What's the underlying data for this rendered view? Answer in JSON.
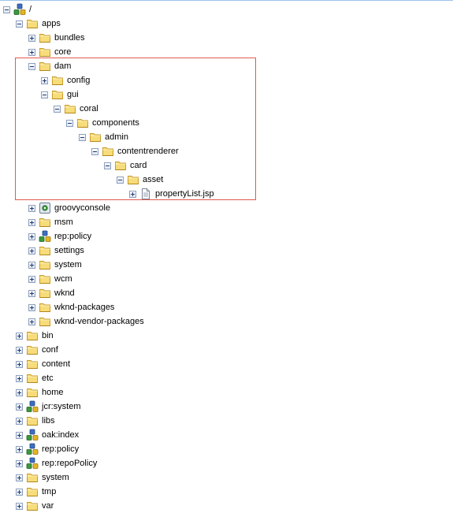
{
  "tree": {
    "nodes": [
      {
        "id": "root",
        "label": "/",
        "depth": 0,
        "expanded": true,
        "icon": "repository-icon"
      },
      {
        "id": "apps",
        "label": "apps",
        "depth": 1,
        "expanded": true,
        "icon": "folder-icon"
      },
      {
        "id": "bundles",
        "label": "bundles",
        "depth": 2,
        "expanded": false,
        "icon": "folder-icon"
      },
      {
        "id": "core",
        "label": "core",
        "depth": 2,
        "expanded": false,
        "icon": "folder-icon"
      },
      {
        "id": "dam",
        "label": "dam",
        "depth": 2,
        "expanded": true,
        "icon": "folder-icon"
      },
      {
        "id": "config",
        "label": "config",
        "depth": 3,
        "expanded": false,
        "icon": "folder-icon"
      },
      {
        "id": "gui",
        "label": "gui",
        "depth": 3,
        "expanded": true,
        "icon": "folder-icon"
      },
      {
        "id": "coral",
        "label": "coral",
        "depth": 4,
        "expanded": true,
        "icon": "folder-icon"
      },
      {
        "id": "components",
        "label": "components",
        "depth": 5,
        "expanded": true,
        "icon": "folder-icon"
      },
      {
        "id": "admin",
        "label": "admin",
        "depth": 6,
        "expanded": true,
        "icon": "folder-icon"
      },
      {
        "id": "contentrenderer",
        "label": "contentrenderer",
        "depth": 7,
        "expanded": true,
        "icon": "folder-icon"
      },
      {
        "id": "card",
        "label": "card",
        "depth": 8,
        "expanded": true,
        "icon": "folder-icon"
      },
      {
        "id": "asset",
        "label": "asset",
        "depth": 9,
        "expanded": true,
        "icon": "folder-icon"
      },
      {
        "id": "propertylist",
        "label": "propertyList.jsp",
        "depth": 10,
        "expanded": false,
        "icon": "file-icon"
      },
      {
        "id": "groovyconsole",
        "label": "groovyconsole",
        "depth": 2,
        "expanded": false,
        "icon": "component-icon"
      },
      {
        "id": "msm",
        "label": "msm",
        "depth": 2,
        "expanded": false,
        "icon": "folder-icon"
      },
      {
        "id": "rep-policy-apps",
        "label": "rep:policy",
        "depth": 2,
        "expanded": false,
        "icon": "repository-icon"
      },
      {
        "id": "settings",
        "label": "settings",
        "depth": 2,
        "expanded": false,
        "icon": "folder-icon"
      },
      {
        "id": "system-apps",
        "label": "system",
        "depth": 2,
        "expanded": false,
        "icon": "folder-icon"
      },
      {
        "id": "wcm",
        "label": "wcm",
        "depth": 2,
        "expanded": false,
        "icon": "folder-icon"
      },
      {
        "id": "wknd",
        "label": "wknd",
        "depth": 2,
        "expanded": false,
        "icon": "folder-icon"
      },
      {
        "id": "wknd-packages",
        "label": "wknd-packages",
        "depth": 2,
        "expanded": false,
        "icon": "folder-icon"
      },
      {
        "id": "wknd-vendor-packages",
        "label": "wknd-vendor-packages",
        "depth": 2,
        "expanded": false,
        "icon": "folder-icon"
      },
      {
        "id": "bin",
        "label": "bin",
        "depth": 1,
        "expanded": false,
        "icon": "folder-icon"
      },
      {
        "id": "conf",
        "label": "conf",
        "depth": 1,
        "expanded": false,
        "icon": "folder-icon"
      },
      {
        "id": "content",
        "label": "content",
        "depth": 1,
        "expanded": false,
        "icon": "folder-icon"
      },
      {
        "id": "etc",
        "label": "etc",
        "depth": 1,
        "expanded": false,
        "icon": "folder-icon"
      },
      {
        "id": "home",
        "label": "home",
        "depth": 1,
        "expanded": false,
        "icon": "folder-icon"
      },
      {
        "id": "jcr-system",
        "label": "jcr:system",
        "depth": 1,
        "expanded": false,
        "icon": "repository-icon"
      },
      {
        "id": "libs",
        "label": "libs",
        "depth": 1,
        "expanded": false,
        "icon": "folder-icon"
      },
      {
        "id": "oak-index",
        "label": "oak:index",
        "depth": 1,
        "expanded": false,
        "icon": "repository-icon"
      },
      {
        "id": "rep-policy",
        "label": "rep:policy",
        "depth": 1,
        "expanded": false,
        "icon": "repository-icon"
      },
      {
        "id": "rep-repopolicy",
        "label": "rep:repoPolicy",
        "depth": 1,
        "expanded": false,
        "icon": "repository-icon"
      },
      {
        "id": "system",
        "label": "system",
        "depth": 1,
        "expanded": false,
        "icon": "folder-icon"
      },
      {
        "id": "tmp",
        "label": "tmp",
        "depth": 1,
        "expanded": false,
        "icon": "folder-icon"
      },
      {
        "id": "var",
        "label": "var",
        "depth": 1,
        "expanded": false,
        "icon": "folder-icon"
      }
    ]
  },
  "colors": {
    "highlight_border": "#e05a4d",
    "folder_fill": "#f5d76e",
    "folder_stroke": "#c89b2a",
    "toggle_border": "#8c9fbd"
  }
}
